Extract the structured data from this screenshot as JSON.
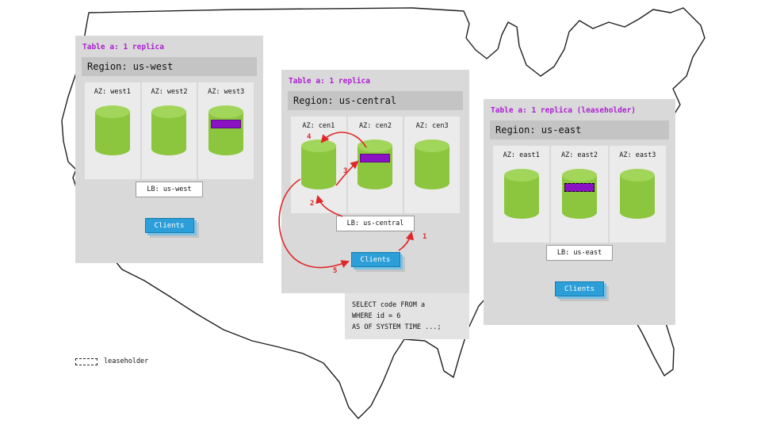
{
  "regions": [
    {
      "table_label": "Table a: 1 replica",
      "region_label": "Region: us-west",
      "azs": [
        {
          "label": "AZ: west1",
          "replica": false,
          "leaseholder": false
        },
        {
          "label": "AZ: west2",
          "replica": false,
          "leaseholder": false
        },
        {
          "label": "AZ: west3",
          "replica": true,
          "leaseholder": false
        }
      ],
      "lb_label": "LB: us-west",
      "clients_label": "Clients"
    },
    {
      "table_label": "Table a: 1 replica",
      "region_label": "Region: us-central",
      "azs": [
        {
          "label": "AZ: cen1",
          "replica": false,
          "leaseholder": false
        },
        {
          "label": "AZ: cen2",
          "replica": true,
          "leaseholder": false
        },
        {
          "label": "AZ: cen3",
          "replica": false,
          "leaseholder": false
        }
      ],
      "lb_label": "LB: us-central",
      "clients_label": "Clients"
    },
    {
      "table_label": "Table a: 1 replica (leaseholder)",
      "region_label": "Region: us-east",
      "azs": [
        {
          "label": "AZ: east1",
          "replica": false,
          "leaseholder": false
        },
        {
          "label": "AZ: east2",
          "replica": true,
          "leaseholder": true
        },
        {
          "label": "AZ: east3",
          "replica": false,
          "leaseholder": false
        }
      ],
      "lb_label": "LB: us-east",
      "clients_label": "Clients"
    }
  ],
  "flow_steps": {
    "s1": "1",
    "s2": "2",
    "s3": "3",
    "s4": "4",
    "s5": "5"
  },
  "query": {
    "line1": "SELECT code FROM a",
    "line2": "WHERE id = 6",
    "line3": "AS OF SYSTEM TIME ...;"
  },
  "legend": {
    "label": "leaseholder"
  },
  "colors": {
    "panel_bg": "#d9d9d9",
    "region_band_bg": "#c4c4c4",
    "az_bg": "#ebebeb",
    "cylinder_green": "#8cc63e",
    "cylinder_top_green": "#a2d65a",
    "replica_purple": "#8a12c4",
    "clients_blue": "#2d9fd8",
    "arrow_red": "#e02727",
    "table_label_purple": "#ad1fd0"
  }
}
